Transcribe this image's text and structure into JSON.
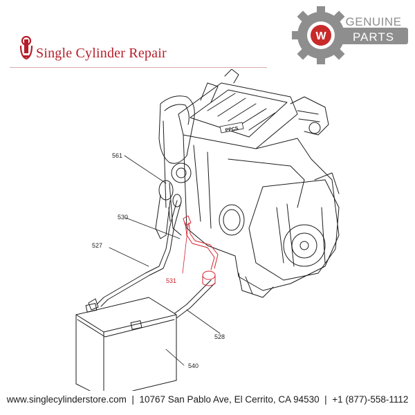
{
  "header": {
    "brand_name": "Single Cylinder Repair",
    "badge": {
      "line1": "GENUINE",
      "line2": "PARTS",
      "emblem_letter": "W"
    }
  },
  "diagram": {
    "callouts": [
      {
        "id": "561",
        "label": "561",
        "highlight": false
      },
      {
        "id": "530",
        "label": "530",
        "highlight": false
      },
      {
        "id": "527",
        "label": "527",
        "highlight": false
      },
      {
        "id": "531",
        "label": "531",
        "highlight": true
      },
      {
        "id": "528",
        "label": "528",
        "highlight": false
      },
      {
        "id": "540",
        "label": "540",
        "highlight": false
      }
    ],
    "engine_plate_text": "PPCS"
  },
  "footer": {
    "website": "www.singlecylinderstore.com",
    "separator": "|",
    "address": "10767 San Pablo Ave, El Cerrito, CA 94530",
    "phone": "+1 (877)-558-1112"
  },
  "colors": {
    "brand_red": "#b41e2a",
    "highlight_red": "#d0202a",
    "badge_gray": "#8e8e8e",
    "line_art": "#1a1a1a"
  }
}
